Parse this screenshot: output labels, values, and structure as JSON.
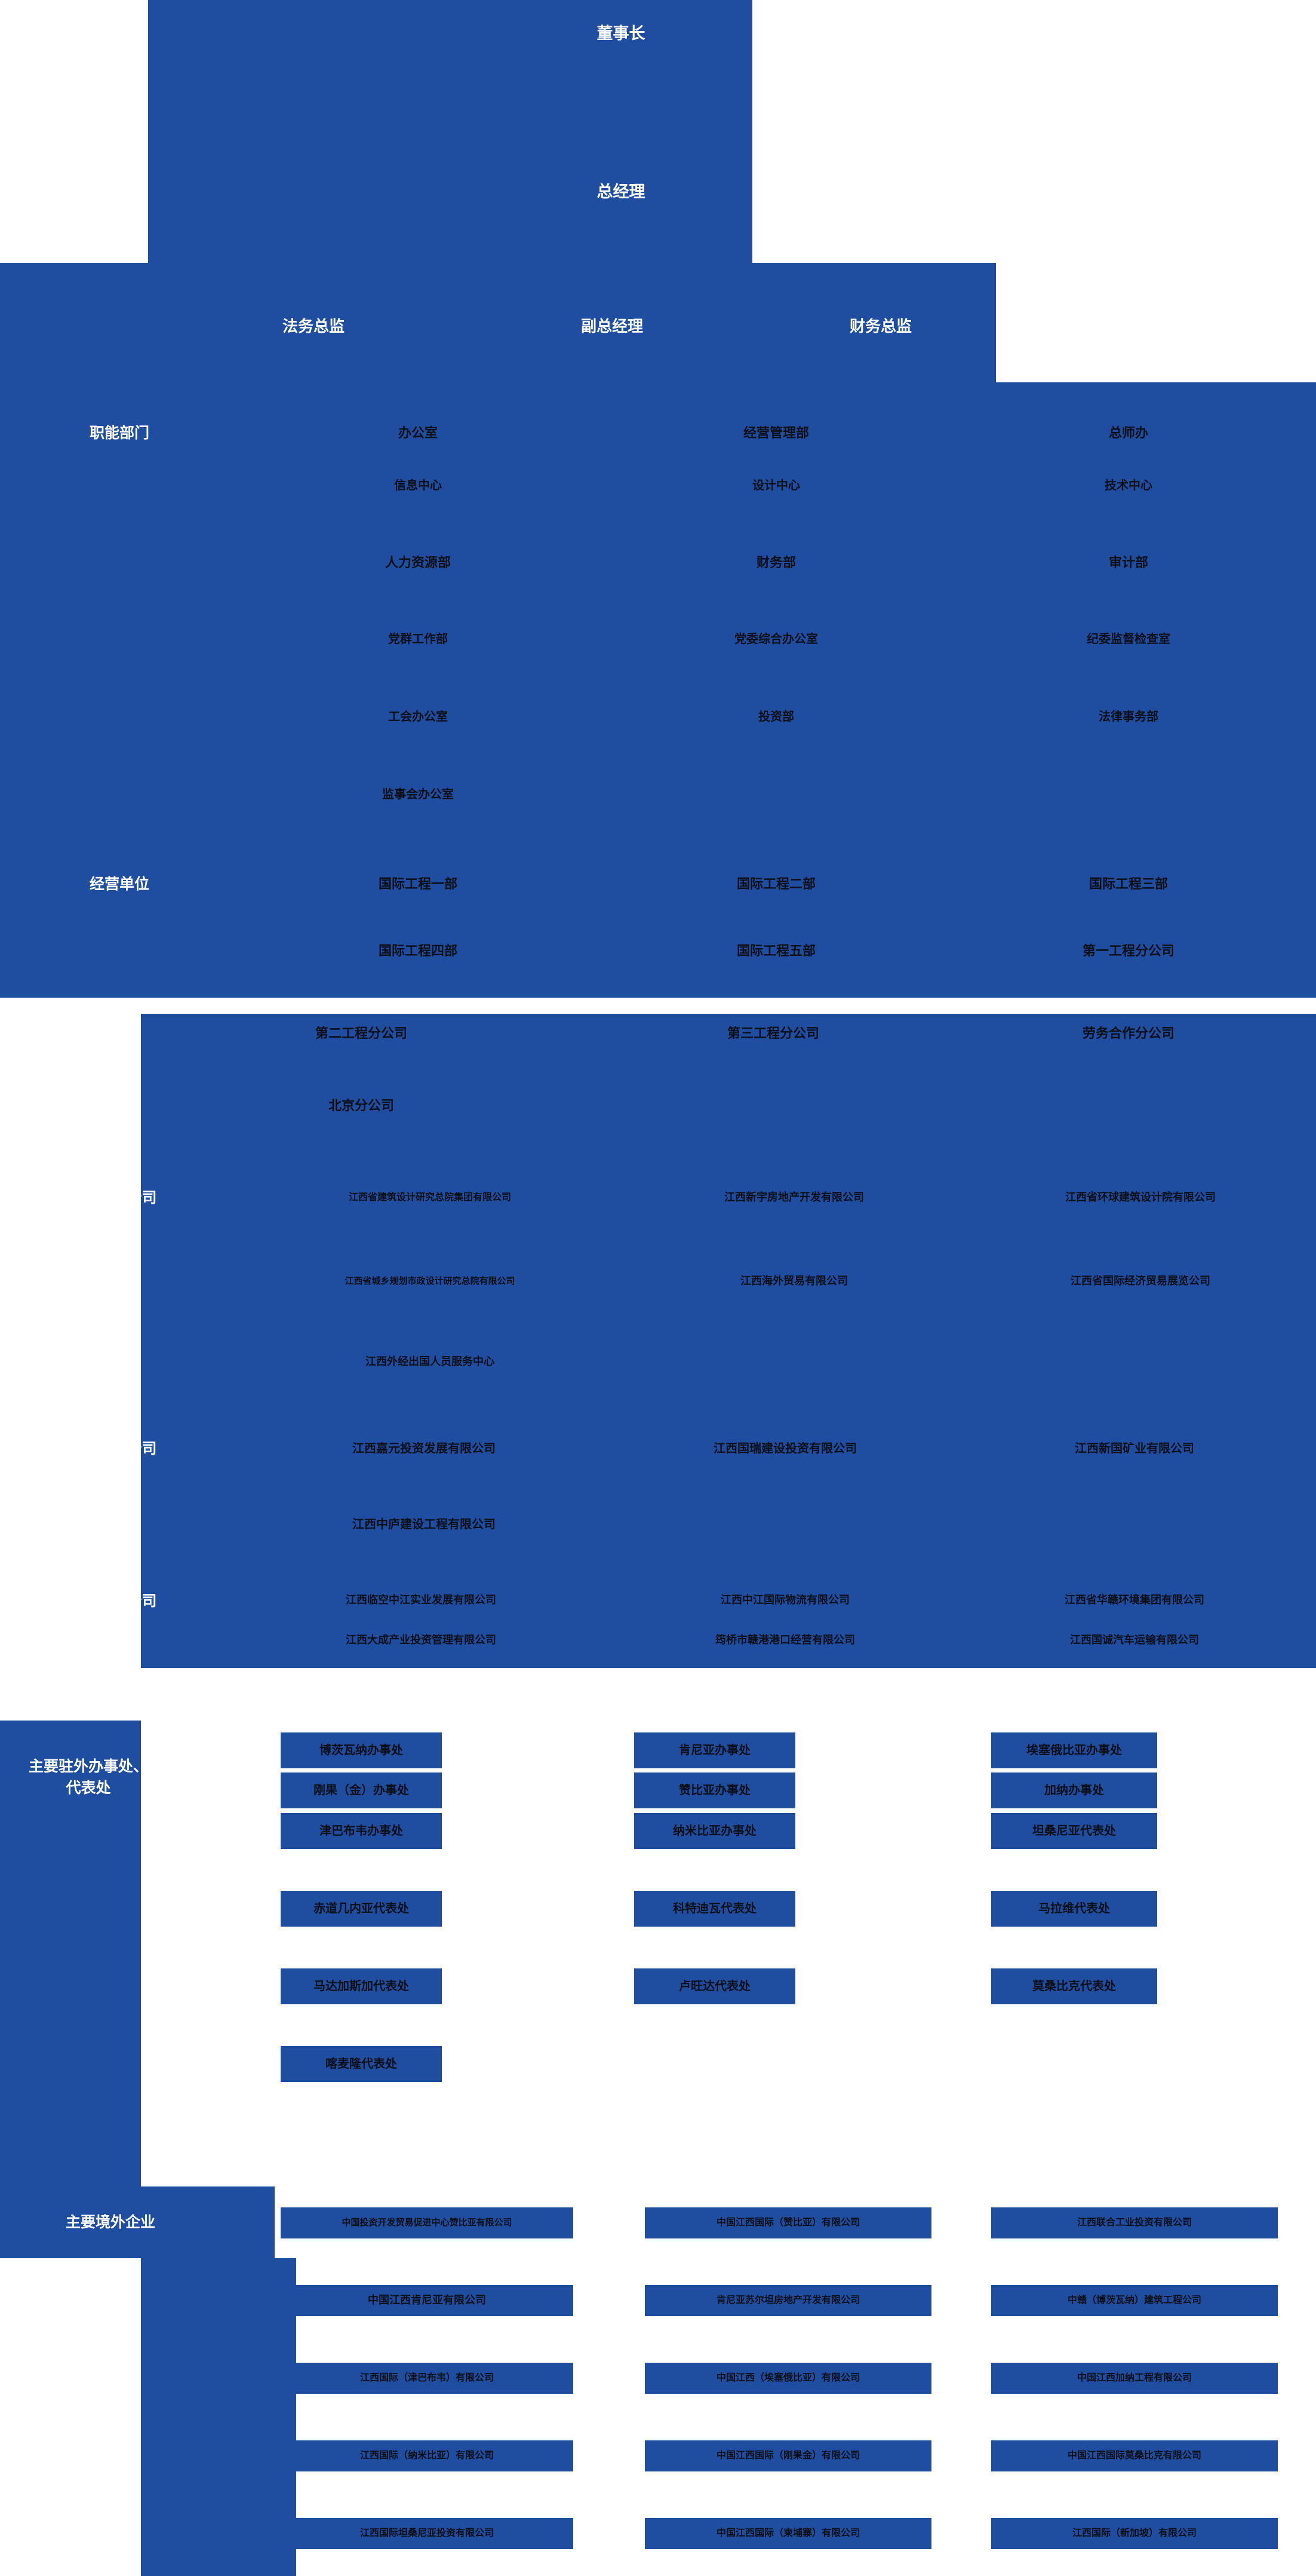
{
  "theme": {
    "brand_blue": "#1f4ea1",
    "page_background": "#ffffff",
    "label_text": "#ffffff",
    "node_text": "#0b0f17"
  },
  "executives": {
    "chairman": "董事长",
    "general_manager": "总经理",
    "legal_director": "法务总监",
    "deputy_general_manager": "副总经理",
    "finance_director": "财务总监"
  },
  "sections": [
    {
      "id": "functional-departments",
      "label": "职能部门",
      "rows": [
        [
          "办公室",
          "经营管理部",
          "总师办"
        ],
        [
          "信息中心",
          "设计中心",
          "技术中心"
        ],
        [
          "人力资源部",
          "财务部",
          "审计部"
        ],
        [
          "党群工作部",
          "党委综合办公室",
          "纪委监督检查室"
        ],
        [
          "工会办公室",
          "投资部",
          "法律事务部"
        ],
        [
          "监事会办公室",
          "",
          ""
        ]
      ]
    },
    {
      "id": "business-units",
      "label": "经营单位",
      "rows": [
        [
          "国际工程一部",
          "国际工程二部",
          "国际工程三部"
        ],
        [
          "国际工程四部",
          "国际工程五部",
          "第一工程分公司"
        ],
        [
          "第二工程分公司",
          "第三工程分公司",
          "劳务合作分公司"
        ],
        [
          "北京分公司",
          "",
          ""
        ]
      ]
    },
    {
      "id": "wholly-owned-subsidiaries",
      "label": "全资子公司",
      "rows": [
        [
          "江西省建筑设计研究总院集团有限公司",
          "江西新宇房地产开发有限公司",
          "江西省环球建筑设计院有限公司"
        ],
        [
          "江西省城乡规划市政设计研究总院有限公司",
          "江西海外贸易有限公司",
          "江西省国际经济贸易展览公司"
        ],
        [
          "江西外经出国人员服务中心",
          "",
          ""
        ]
      ]
    },
    {
      "id": "holding-subsidiaries",
      "label": "控股子公司",
      "rows": [
        [
          "江西嘉元投资发展有限公司",
          "江西国瑞建设投资有限公司",
          "江西新国矿业有限公司"
        ],
        [
          "江西中庐建设工程有限公司",
          "",
          ""
        ]
      ]
    },
    {
      "id": "equity-subsidiaries",
      "label": "参股子公司",
      "rows": [
        [
          "江西临空中江实业发展有限公司",
          "江西中江国际物流有限公司",
          "江西省华赣环境集团有限公司"
        ],
        [
          "江西大成产业投资管理有限公司",
          "筠桥市赣港港口经营有限公司",
          "江西国诚汽车运输有限公司"
        ]
      ]
    },
    {
      "id": "overseas-offices",
      "label": "主要驻外办事处、代表处",
      "rows": [
        [
          "博茨瓦纳办事处",
          "肯尼亚办事处",
          "埃塞俄比亚办事处"
        ],
        [
          "刚果（金）办事处",
          "赞比亚办事处",
          "加纳办事处"
        ],
        [
          "津巴布韦办事处",
          "纳米比亚办事处",
          "坦桑尼亚代表处"
        ],
        [
          "赤道几内亚代表处",
          "科特迪瓦代表处",
          "马拉维代表处"
        ],
        [
          "马达加斯加代表处",
          "卢旺达代表处",
          "莫桑比克代表处"
        ],
        [
          "喀麦隆代表处",
          "",
          ""
        ]
      ]
    },
    {
      "id": "overseas-enterprises",
      "label": "主要境外企业",
      "rows": [
        [
          "中国投资开发贸易促进中心赞比亚有限公司",
          "中国江西国际（赞比亚）有限公司",
          "江西联合工业投资有限公司"
        ],
        [
          "中国江西肯尼亚有限公司",
          "肯尼亚苏尔坦房地产开发有限公司",
          "中赣（博茨瓦纳）建筑工程公司"
        ],
        [
          "江西国际（津巴布韦）有限公司",
          "中国江西（埃塞俄比亚）有限公司",
          "中国江西加纳工程有限公司"
        ],
        [
          "江西国际（纳米比亚）有限公司",
          "中国江西国际（刚果金）有限公司",
          "中国江西国际莫桑比克有限公司"
        ],
        [
          "江西国际坦桑尼亚投资有限公司",
          "中国江西国际（柬埔寨）有限公司",
          "江西国际（新加坡）有限公司"
        ]
      ]
    }
  ]
}
